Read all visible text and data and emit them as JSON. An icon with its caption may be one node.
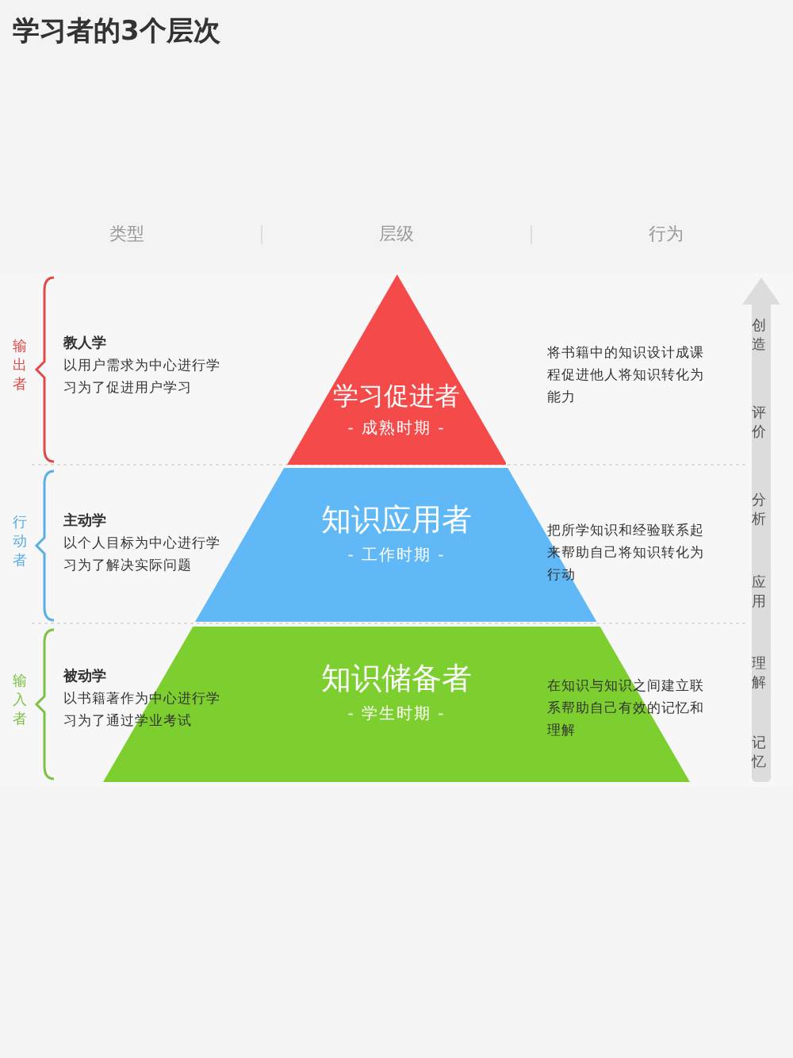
{
  "diagram": {
    "title": "学习者的3个层次",
    "nodes": [
      {
        "text": [
          "学习促进者",
          "- 成熟时期 -"
        ]
      },
      {
        "text": [
          "知识应用者",
          "- 工作时期 -"
        ]
      },
      {
        "text": [
          "知识储备者",
          "- 学生时期 -"
        ]
      }
    ],
    "edges": [],
    "labels": [
      "类型",
      "层级",
      "行为",
      "输出者",
      "教人学",
      "以用户需求为中心进行学习为了促进用户学习",
      "将书籍中的知识设计成课程促进他人将知识转化为能力",
      "行动者",
      "主动学",
      "以个人目标为中心进行学习为了解决实际问题",
      "把所学知识和经验联系起来帮助自己将知识转化为行动",
      "输入者",
      "被动学",
      "以书籍著作为中心进行学习为了通过学业考试",
      "在知识与知识之间建立联系帮助自己有效的记忆和理解",
      "创造",
      "评价",
      "分析",
      "应用",
      "理解",
      "记忆"
    ]
  }
}
